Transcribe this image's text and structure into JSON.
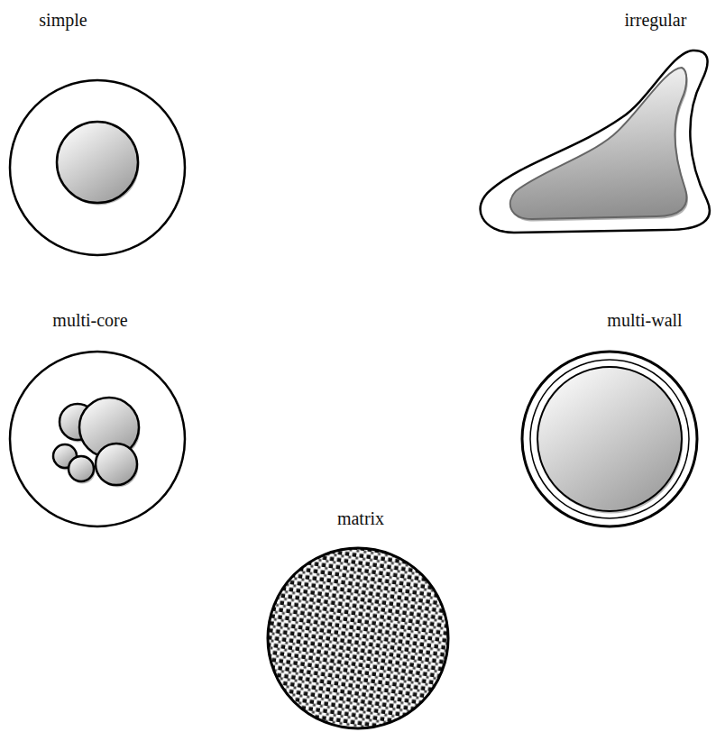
{
  "diagram": {
    "nodes": [
      {
        "text": [
          "simple"
        ]
      },
      {
        "text": [
          "irregular"
        ]
      },
      {
        "text": [
          "multi-core"
        ]
      },
      {
        "text": [
          "multi-wall"
        ]
      },
      {
        "text": [
          "matrix"
        ]
      }
    ]
  }
}
